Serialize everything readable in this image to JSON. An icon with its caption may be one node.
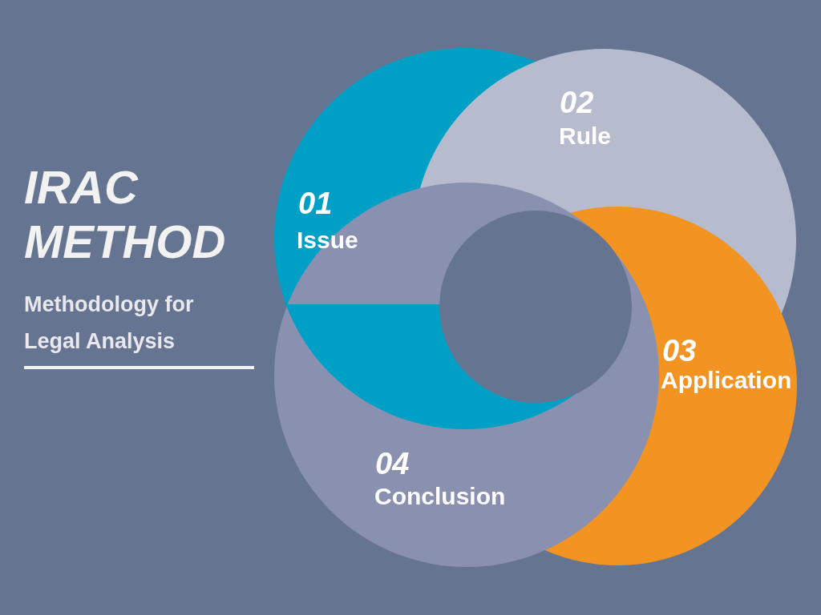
{
  "diagram": {
    "title": "IRAC METHOD",
    "nodes": [
      {
        "text": [
          "01",
          "Issue"
        ]
      },
      {
        "text": [
          "02",
          "Rule"
        ]
      },
      {
        "text": [
          "03",
          "Application"
        ]
      },
      {
        "text": [
          "04",
          "Conclusion"
        ]
      }
    ],
    "labels": [
      "Methodology for Legal Analysis"
    ]
  }
}
